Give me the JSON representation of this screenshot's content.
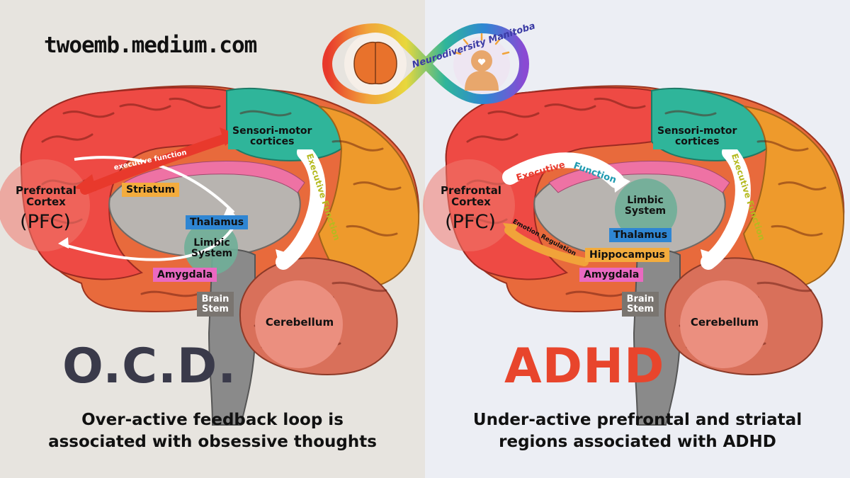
{
  "site": "twoemb.medium.com",
  "logo": {
    "text": "Neurodiversity Manitoba"
  },
  "left": {
    "title": "O.C.D.",
    "title_color": "#3a3a4a",
    "caption_line1": "Over-active feedback loop is",
    "caption_line2": "associated with obsessive thoughts",
    "labels": {
      "pfc_line1": "Prefrontal",
      "pfc_line2": "Cortex",
      "pfc_abbr": "(PFC)",
      "sensori_line1": "Sensori-motor",
      "sensori_line2": "cortices",
      "striatum": "Striatum",
      "thalamus": "Thalamus",
      "limbic_line1": "Limbic",
      "limbic_line2": "System",
      "amygdala": "Amygdala",
      "brainstem_line1": "Brain",
      "brainstem_line2": "Stem",
      "cerebellum": "Cerebellum",
      "exec_small": "executive function",
      "exec_curve": "Executive Function"
    }
  },
  "right": {
    "title": "ADHD",
    "title_color": "#e8452c",
    "caption_line1": "Under-active prefrontal and striatal",
    "caption_line2": "regions associated with ADHD",
    "labels": {
      "pfc_line1": "Prefrontal",
      "pfc_line2": "Cortex",
      "pfc_abbr": "(PFC)",
      "sensori_line1": "Sensori-motor",
      "sensori_line2": "cortices",
      "limbic_line1": "Limbic",
      "limbic_line2": "System",
      "thalamus": "Thalamus",
      "hippocampus": "Hippocampus",
      "amygdala": "Amygdala",
      "brainstem_line1": "Brain",
      "brainstem_line2": "Stem",
      "cerebellum": "Cerebellum",
      "emotion": "Emotion Regulation",
      "exec_word1": "Executive",
      "exec_word2": "Function",
      "exec_curve": "Executive Function"
    }
  },
  "colors": {
    "frontal": "#ee4a44",
    "frontal_dark": "#c8302c",
    "motor": "#2fb59a",
    "parietal": "#ee9a2c",
    "occipital": "#f07a22",
    "temporal": "#e86a3c",
    "cerebellum": "#e8927e",
    "stem": "#8a8a8a",
    "inner": "#b8b4b0",
    "limbic_pink": "#ee72a4",
    "striatum_box": "#f3ac3d",
    "thalamus_box": "#2f86d3",
    "limbic_teal": "#6fae98",
    "amygdala_box": "#ea69c1",
    "brainstem_box": "#7a7570",
    "cerebellum_circle": "#eb8f7f",
    "sensori_box": "#2fb59a",
    "exec_yellow": "#d9dc3c",
    "exec_orange": "#f1a33a",
    "arrow_red": "#e8392c",
    "hippocampus_box": "#f3ac3d"
  }
}
